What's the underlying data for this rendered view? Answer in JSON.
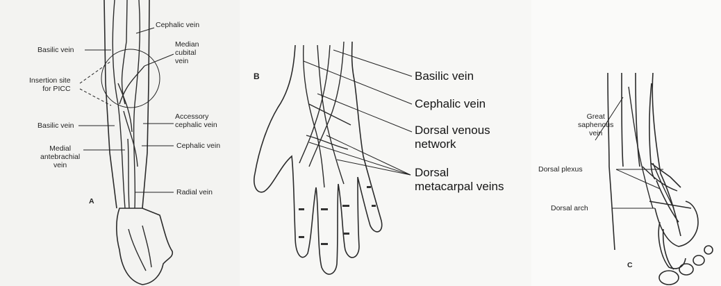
{
  "panel_a": {
    "letter": "A",
    "labels": {
      "cephalic_top": "Cephalic vein",
      "basilic_top": "Basilic vein",
      "median_cubital": "Median\ncubital\nvein",
      "insertion_site": "Insertion site\nfor PICC",
      "accessory_cephalic": "Accessory\ncephalic vein",
      "basilic_mid": "Basilic vein",
      "cephalic_mid": "Cephalic vein",
      "medial_antebrachial": "Medial\nantebrachial\nvein",
      "radial": "Radial vein"
    }
  },
  "panel_b": {
    "letter": "B",
    "labels": {
      "basilic": "Basilic vein",
      "cephalic": "Cephalic vein",
      "dorsal_venous": "Dorsal venous\nnetwork",
      "dorsal_metacarpal": "Dorsal\nmetacarpal veins"
    }
  },
  "panel_c": {
    "letter": "C",
    "labels": {
      "great_saphenous": "Great\nsaphenous\nvein",
      "dorsal_plexus": "Dorsal plexus",
      "dorsal_arch": "Dorsal arch"
    }
  }
}
